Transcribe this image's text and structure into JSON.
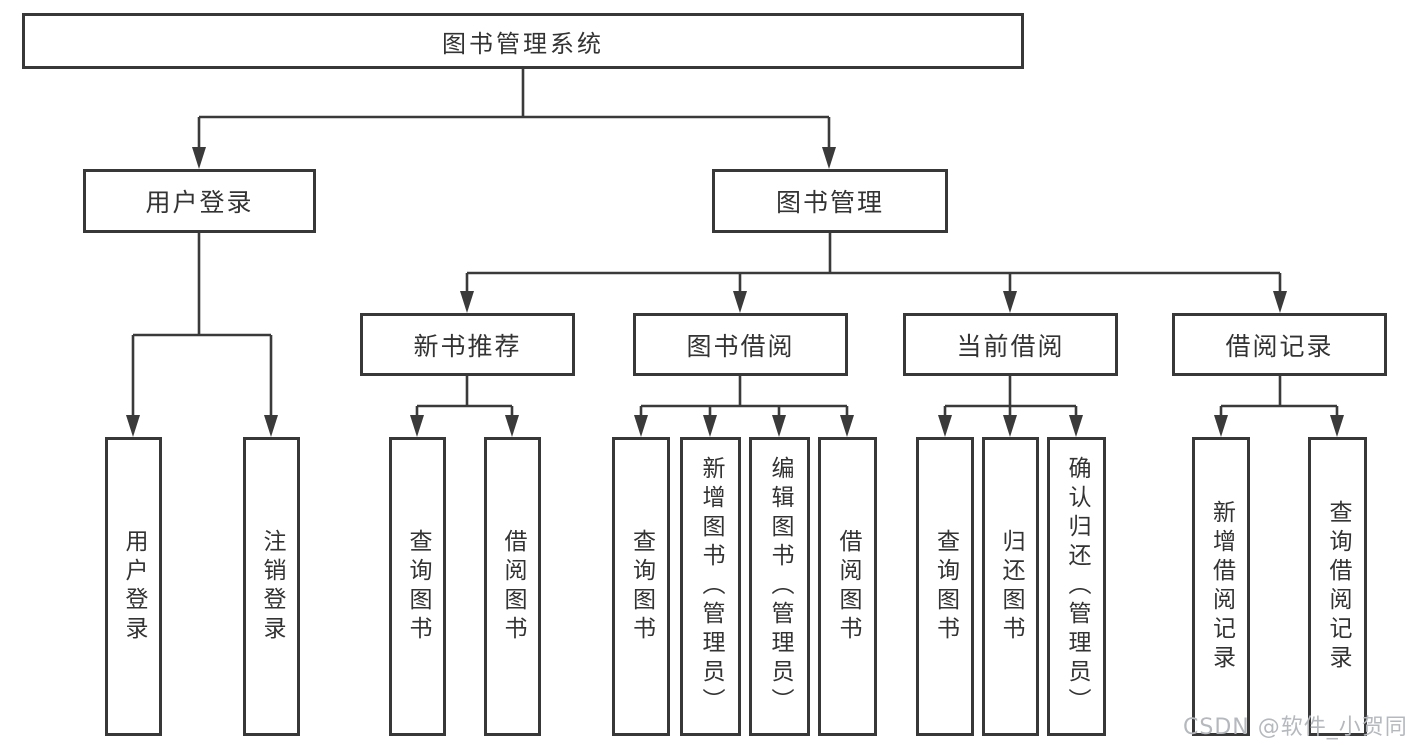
{
  "diagram": {
    "root": {
      "label": "图书管理系统"
    },
    "level2": [
      {
        "label": "用户登录"
      },
      {
        "label": "图书管理"
      }
    ],
    "level3": [
      {
        "label": "新书推荐"
      },
      {
        "label": "图书借阅"
      },
      {
        "label": "当前借阅"
      },
      {
        "label": "借阅记录"
      }
    ],
    "leaves": {
      "user_login": [
        {
          "label": "用户登录"
        },
        {
          "label": "注销登录"
        }
      ],
      "new_book_rec": [
        {
          "label": "查询图书"
        },
        {
          "label": "借阅图书"
        }
      ],
      "book_borrow": [
        {
          "label": "查询图书"
        },
        {
          "label": "新增图书（管理员）"
        },
        {
          "label": "编辑图书（管理员）"
        },
        {
          "label": "借阅图书"
        }
      ],
      "current_borrow": [
        {
          "label": "查询图书"
        },
        {
          "label": "归还图书"
        },
        {
          "label": "确认归还（管理员）"
        }
      ],
      "borrow_record": [
        {
          "label": "新增借阅记录"
        },
        {
          "label": "查询借阅记录"
        }
      ]
    }
  },
  "watermark": {
    "text": "CSDN @软件_小贺同学"
  },
  "colors": {
    "line": "#3a3a3a",
    "border": "#383838",
    "text": "#333333",
    "box_fill": "#ffffff",
    "background": "#ffffff",
    "watermark": "#b5b9be"
  }
}
